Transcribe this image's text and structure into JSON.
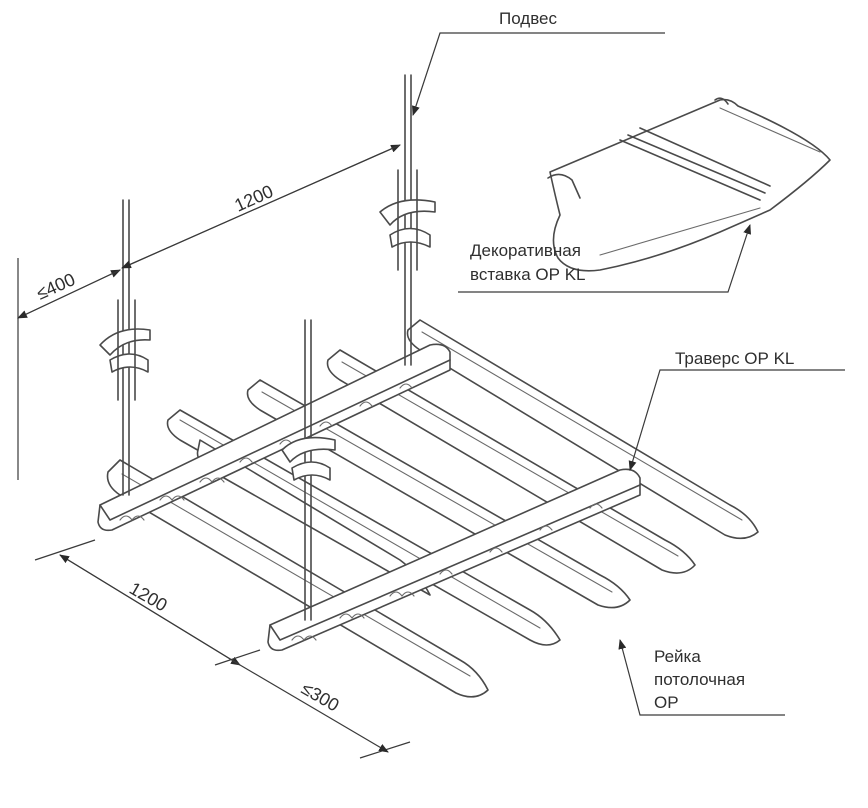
{
  "labels": {
    "podves": "Подвес",
    "decor_line1": "Декоративная",
    "decor_line2": "вставка ОР KL",
    "travers": "Траверс ОР KL",
    "reika_line1": "Рейка",
    "reika_line2": "потолочная",
    "reika_line3": "ОР"
  },
  "dimensions": {
    "top_span": "1200",
    "left_max": "≤400",
    "bottom_span": "1200",
    "bottom_max": "≤300"
  }
}
